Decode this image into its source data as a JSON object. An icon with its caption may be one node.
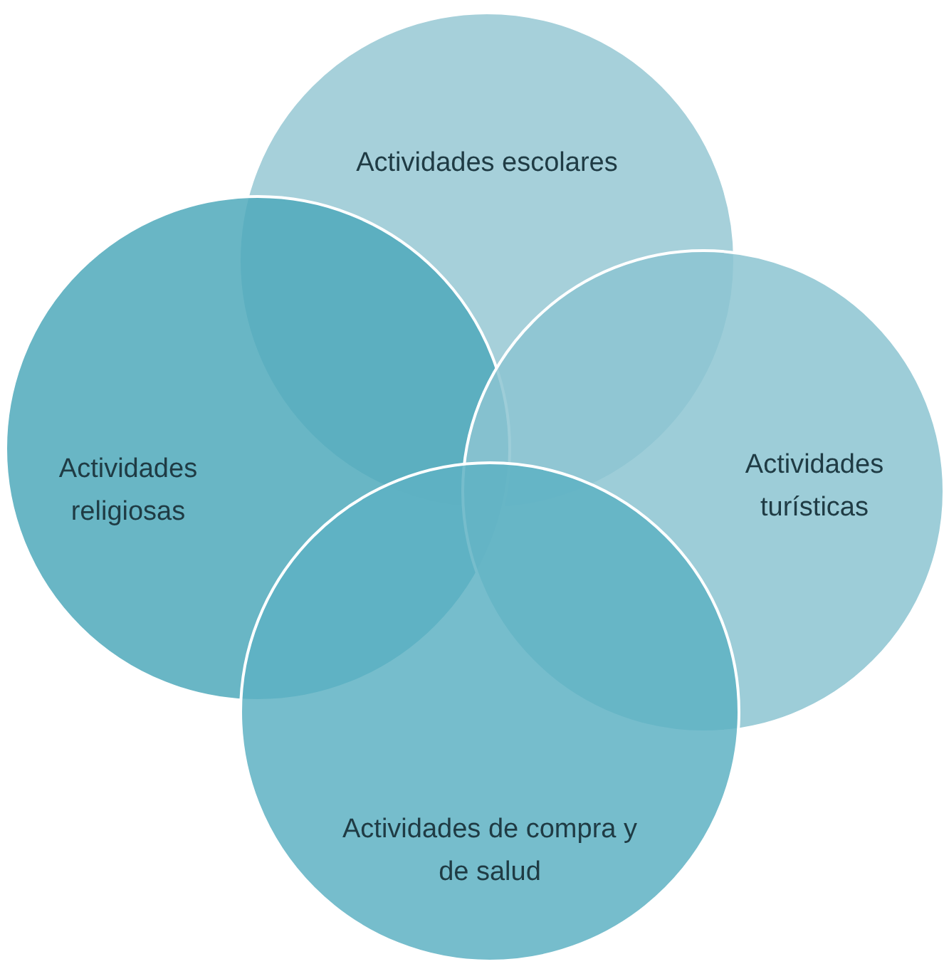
{
  "diagram": {
    "nodes": [
      {
        "text": [
          "Actividades escolares"
        ]
      },
      {
        "text": [
          "Actividades religiosas"
        ]
      },
      {
        "text": [
          "Actividades turísticas"
        ]
      },
      {
        "text": [
          "Actividades de compra y de salud"
        ]
      }
    ]
  }
}
